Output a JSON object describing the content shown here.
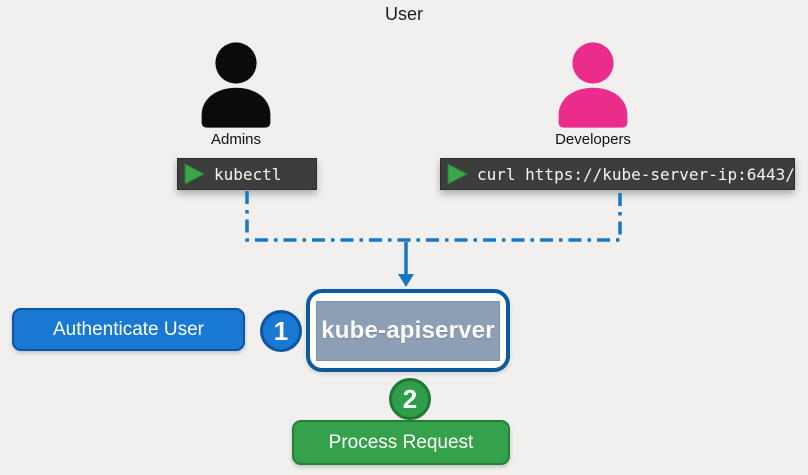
{
  "title": "User",
  "users": [
    {
      "name": "Admins",
      "icon": "person-icon",
      "color": "#0b0b0b"
    },
    {
      "name": "Developers",
      "icon": "person-icon",
      "color": "#ec2c8a"
    }
  ],
  "terminals": [
    {
      "command": "kubectl",
      "icon": "play-icon"
    },
    {
      "command": "curl https://kube-server-ip:6443/",
      "icon": "play-icon"
    }
  ],
  "apiserver": {
    "label": "kube-apiserver"
  },
  "steps": [
    {
      "number": "1",
      "action": "Authenticate User",
      "color": "#1878d2"
    },
    {
      "number": "2",
      "action": "Process Request",
      "color": "#2f9e4b"
    }
  ],
  "colors": {
    "background": "#f1f0ee",
    "connector_blue": "#1777c0",
    "terminal_background": "#3d3d3c",
    "play_green": "#3ba64a",
    "apiserver_border": "#0f5a9c",
    "apiserver_inner": "#8c9fb4",
    "step1_blue": "#1878d2",
    "step2_green": "#2f9e4b",
    "developer_pink": "#ec2c8a",
    "admin_black": "#0b0b0b"
  }
}
